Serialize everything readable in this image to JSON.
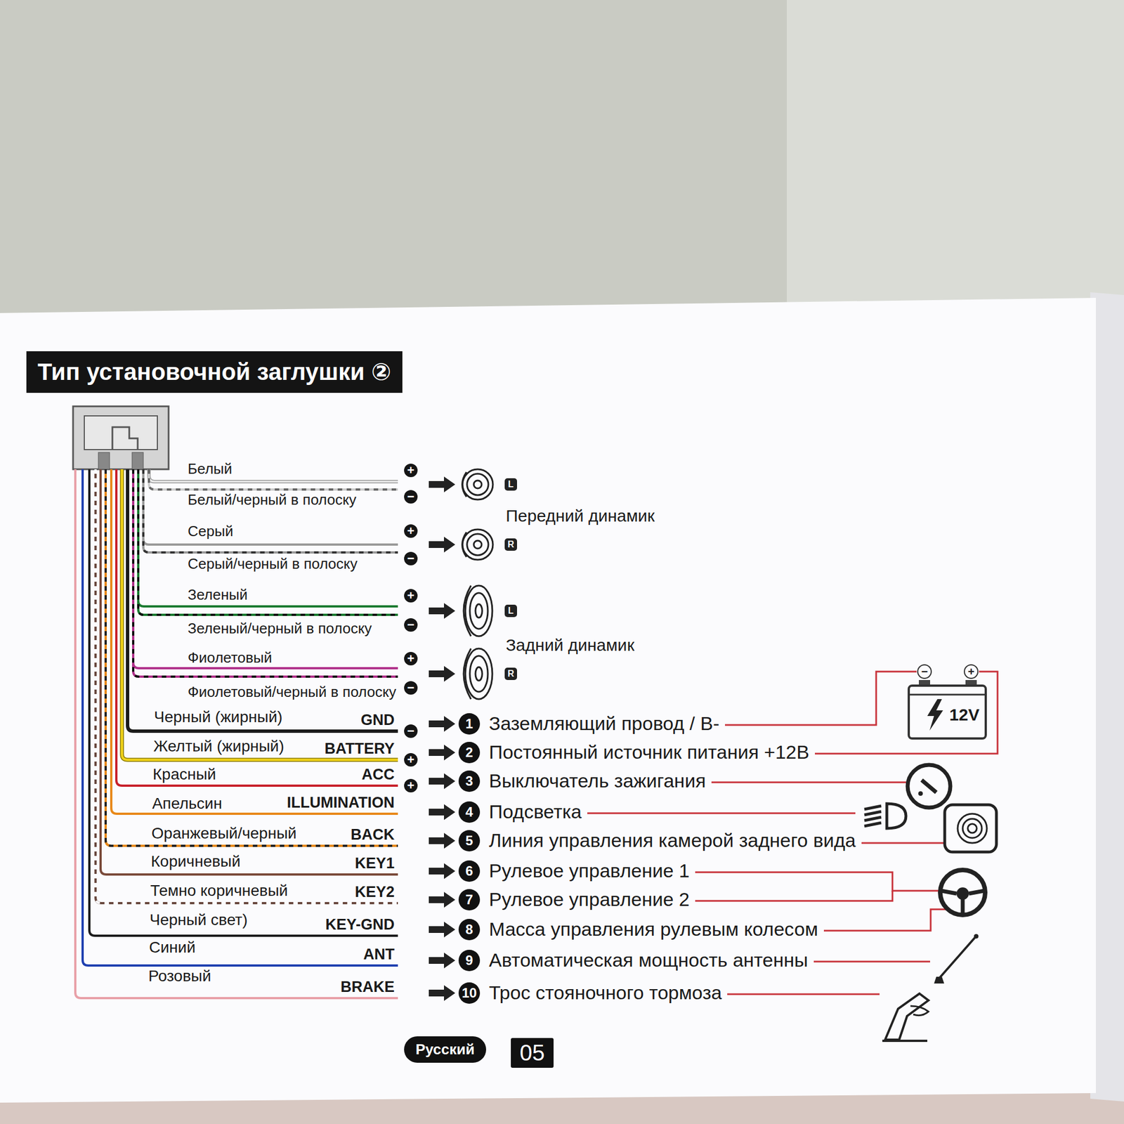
{
  "diagram": {
    "title": "Тип установочной заглушки ②",
    "nodes": [
      {
        "text": [
          "Русский"
        ]
      },
      {
        "text": [
          "05"
        ]
      }
    ],
    "labels": [
      "Белый",
      "Белый/черный в полоску",
      "Серый",
      "Серый/черный в полоску",
      "Зеленый",
      "Зеленый/черный в полоску",
      "Фиолетовый",
      "Фиолетовый/черный в полоску",
      "+",
      "−",
      "L",
      "Передний динамик",
      "+",
      "−",
      "R",
      "+",
      "−",
      "L",
      "Задний динамик",
      "+",
      "−",
      "R",
      "−",
      "+",
      "12V",
      "Черный (жирный)",
      "GND",
      "−",
      "1",
      "Заземляющий провод / B-",
      "Желтый (жирный)",
      "BATTERY",
      "+",
      "2",
      "Постоянный источник питания +12В",
      "Красный",
      "ACC",
      "+",
      "3",
      "Выключатель зажигания",
      "Апельсин",
      "ILLUMINATION",
      "4",
      "Подсветка",
      "Оранжевый/черный",
      "BACK",
      "5",
      "Линия управления камерой заднего вида",
      "Коричневый",
      "KEY1",
      "6",
      "Рулевое управление 1",
      "Темно коричневый",
      "KEY2",
      "7",
      "Рулевое управление 2",
      "Черный свет)",
      "KEY-GND",
      "8",
      "Масса управления рулевым колесом",
      "Синий",
      "ANT",
      "9",
      "Автоматическая мощность антенны",
      "Розовый",
      "BRAKE",
      "10",
      "Трос стояночного тормоза"
    ]
  }
}
